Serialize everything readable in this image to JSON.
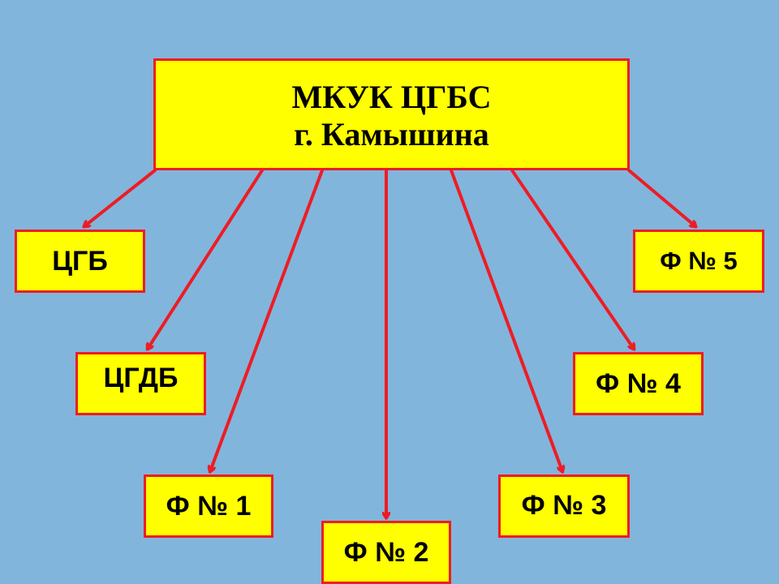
{
  "colors": {
    "background": "#82b5dc",
    "box_fill": "#ffff00",
    "box_border": "#ee1c24",
    "arrow": "#ee1c24"
  },
  "root": {
    "line1": "МКУК ЦГБС",
    "line2": "г. Камышина"
  },
  "nodes": {
    "cgb": "ЦГБ",
    "cgdb": "ЦГДБ",
    "f1": "Ф № 1",
    "f2": "Ф № 2",
    "f3": "Ф № 3",
    "f4": "Ф № 4",
    "f5": "Ф № 5"
  }
}
